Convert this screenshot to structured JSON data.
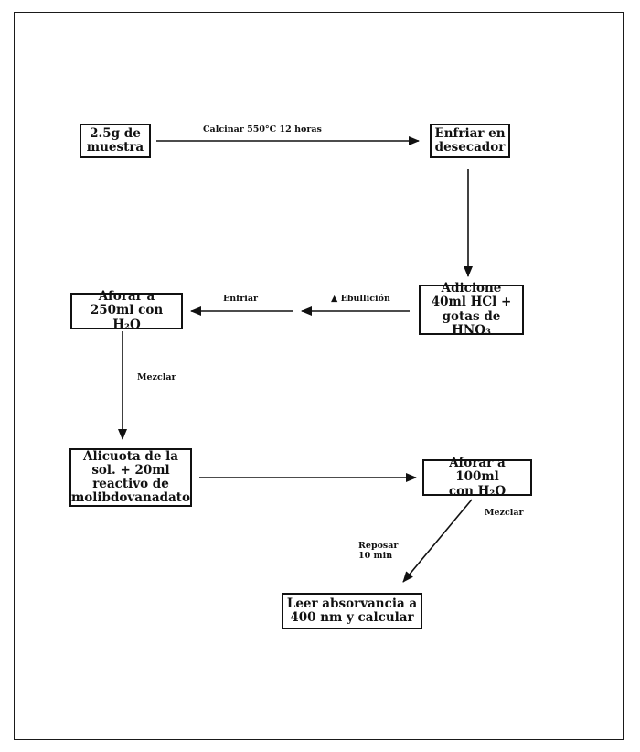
{
  "nodes": {
    "muestra": [
      "2.5g de",
      "muestra"
    ],
    "enfriar_desecador": [
      "Enfriar en",
      "desecador"
    ],
    "adicione": [
      "Adicione",
      "40ml HCl +",
      "gotas de HNO₃"
    ],
    "aforar_250": [
      "Aforar a",
      "250ml con H₂O"
    ],
    "alicuota": [
      "Alicuota de la",
      "sol. + 20ml",
      "reactivo de",
      "molibdovanadato"
    ],
    "aforar_100": [
      "Aforar a 100ml",
      "con H₂O"
    ],
    "leer": [
      "Leer absorvancia a",
      "400 nm y calcular"
    ]
  },
  "edges": {
    "calcinar": "Calcinar 550°C 12 horas",
    "ebullicion": "▲ Ebullición",
    "enfriar": "Enfriar",
    "mezclar_1": "Mezclar",
    "mezclar_2": "Mezclar",
    "reposar": [
      "Reposar",
      "10 min"
    ]
  }
}
